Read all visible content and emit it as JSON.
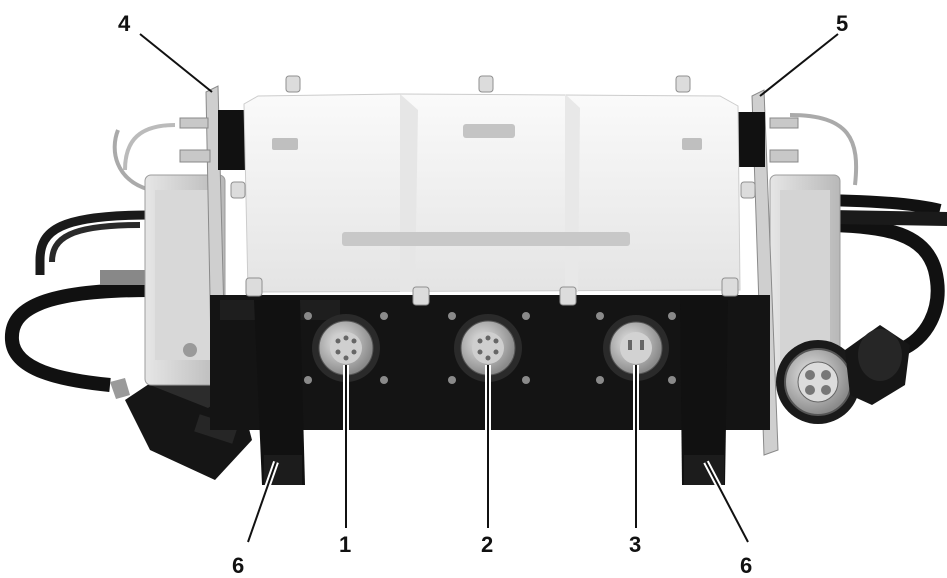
{
  "callouts": {
    "c1": "1",
    "c2": "2",
    "c3": "3",
    "c4": "4",
    "c5": "5",
    "c6_left": "6",
    "c6_right": "6"
  },
  "colors": {
    "housing_black": "#141414",
    "cover_white": "#f4f4f4",
    "bracket_grey": "#cfcfcf",
    "connector_grey": "#bdbdbd"
  }
}
